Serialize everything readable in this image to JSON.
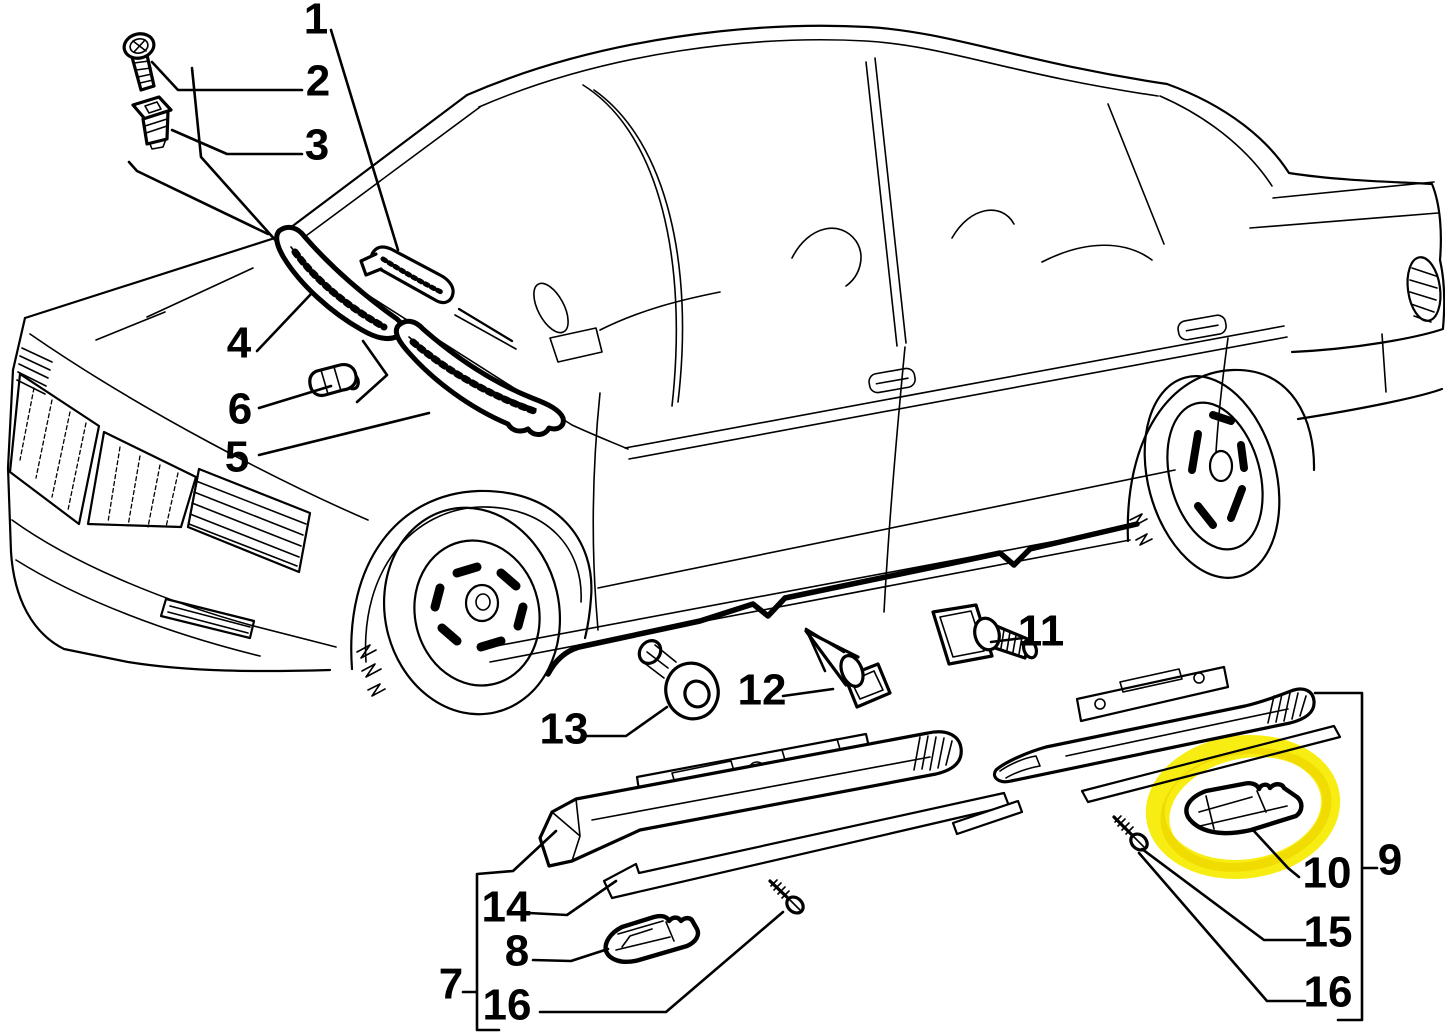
{
  "colors": {
    "background": "#ffffff",
    "line_color": "#000000",
    "highlight_color": "#f8ec00"
  },
  "diagram": {
    "kind": "exploded-parts-diagram",
    "highlighted_callout": "10"
  },
  "callouts": [
    {
      "label": "1"
    },
    {
      "label": "2"
    },
    {
      "label": "3"
    },
    {
      "label": "4"
    },
    {
      "label": "5"
    },
    {
      "label": "6"
    },
    {
      "label": "7"
    },
    {
      "label": "8"
    },
    {
      "label": "9"
    },
    {
      "label": "10"
    },
    {
      "label": "11"
    },
    {
      "label": "12"
    },
    {
      "label": "13"
    },
    {
      "label": "14"
    },
    {
      "label": "15"
    },
    {
      "label": "16"
    },
    {
      "label": "16"
    }
  ]
}
